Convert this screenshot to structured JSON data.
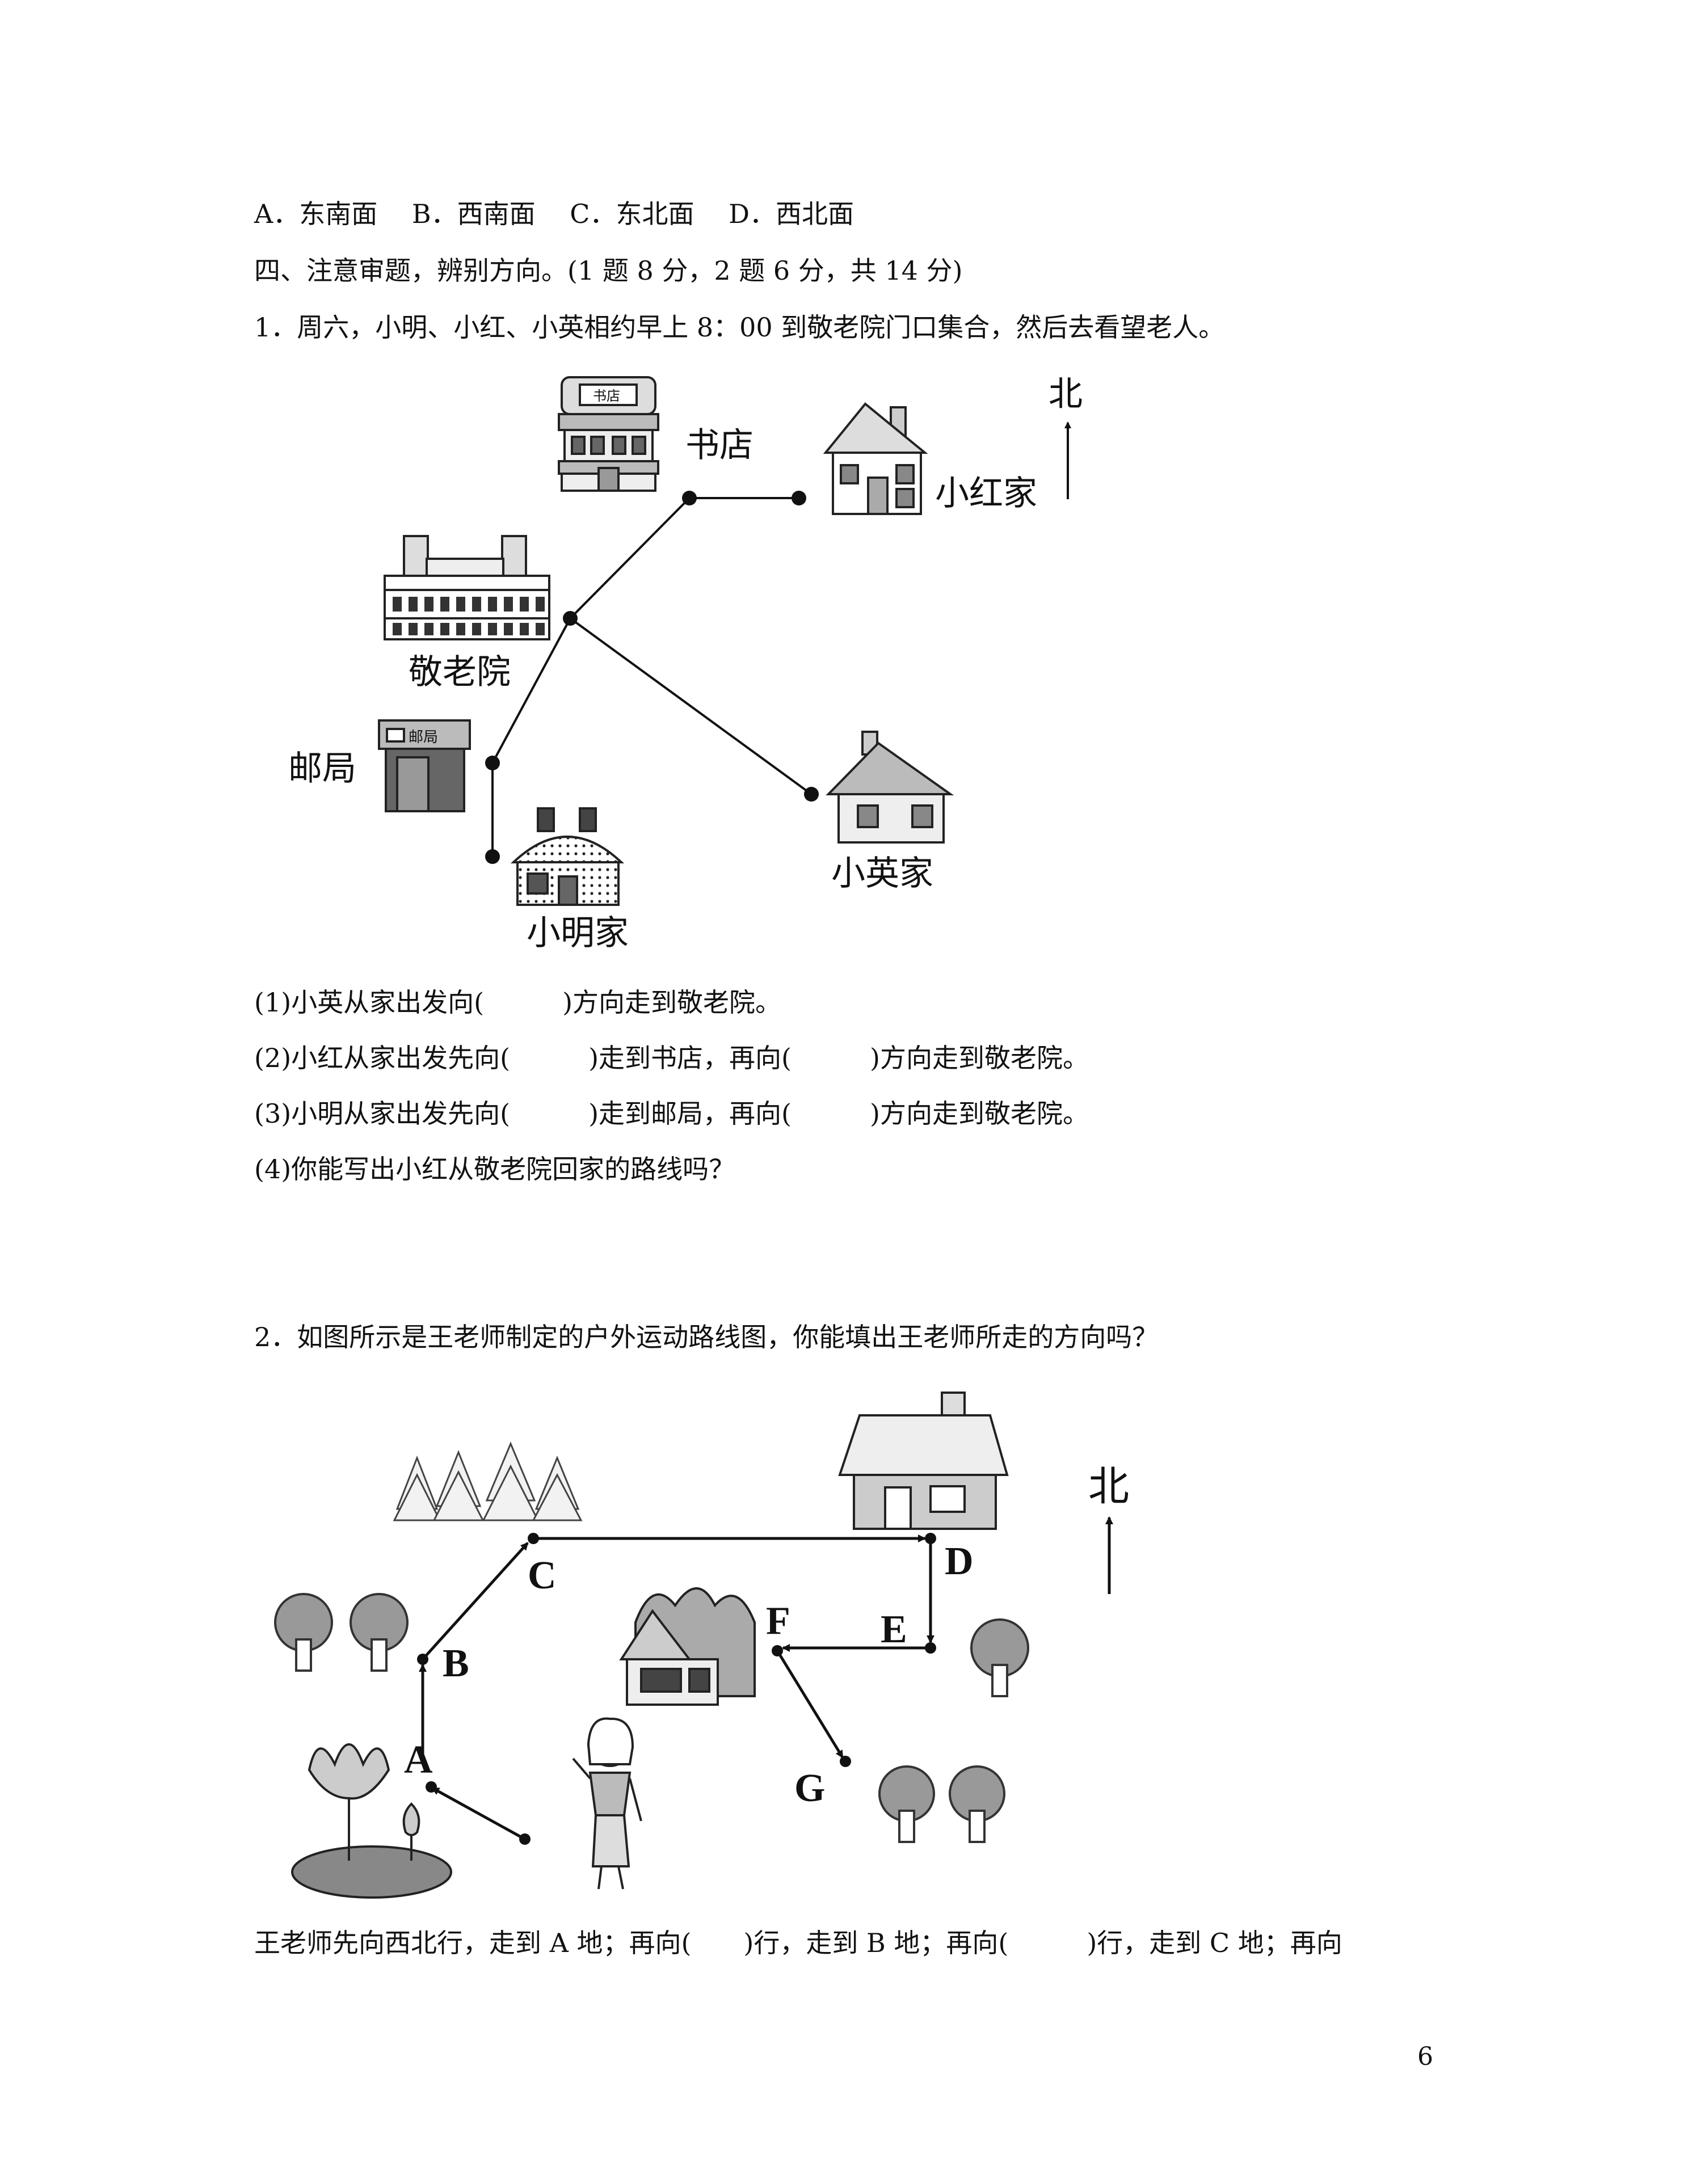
{
  "prev_options": "A．东南面　 B．西南面　 C．东北面　 D．西北面",
  "section_title": "四、注意审题，辨别方向。(1 题 8 分，2 题 6 分，共 14 分)",
  "q1": {
    "text": "1．周六，小明、小红、小英相约早上 8：00 到敬老院门口集合，然后去看望老人。",
    "map": {
      "north_label": "北",
      "places": {
        "bookstore": "书店",
        "xiaohong_home": "小红家",
        "nursing_home": "敬老院",
        "post_office": "邮局",
        "xiaoming_home": "小明家",
        "xiaoying_home": "小英家",
        "post_office_sign": "邮局",
        "bookstore_sign": "书店"
      }
    },
    "sub1": "(1)小英从家出发向(　　　)方向走到敬老院。",
    "sub2": "(2)小红从家出发先向(　　　)走到书店，再向(　　　)方向走到敬老院。",
    "sub3": "(3)小明从家出发先向(　　　)走到邮局，再向(　　　)方向走到敬老院。",
    "sub4": "(4)你能写出小红从敬老院回家的路线吗？"
  },
  "q2": {
    "text": "2．如图所示是王老师制定的户外运动路线图，你能填出王老师所走的方向吗？",
    "map": {
      "north_label": "北",
      "points": [
        "A",
        "B",
        "C",
        "D",
        "E",
        "F",
        "G"
      ]
    },
    "answer_line": "王老师先向西北行，走到 A 地；再向(　　)行，走到 B 地；再向(　　　)行，走到 C 地；再向"
  },
  "page_number": "6"
}
